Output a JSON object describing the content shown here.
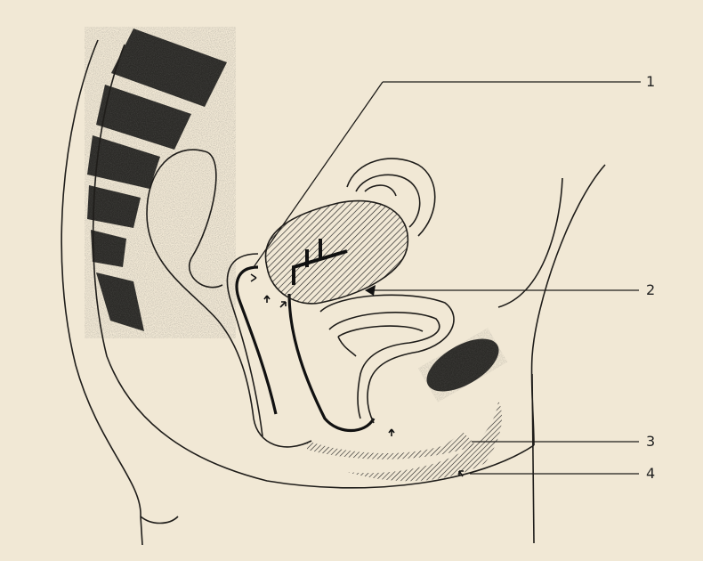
{
  "diagram": {
    "labels": [
      {
        "id": "label-1",
        "text": "1"
      },
      {
        "id": "label-2",
        "text": "2"
      },
      {
        "id": "label-3",
        "text": "3"
      },
      {
        "id": "label-4",
        "text": "4"
      }
    ],
    "colors": {
      "paper": "#f1e8d5",
      "ink": "#1f1d1a",
      "stipple": "#2b2a27"
    }
  }
}
